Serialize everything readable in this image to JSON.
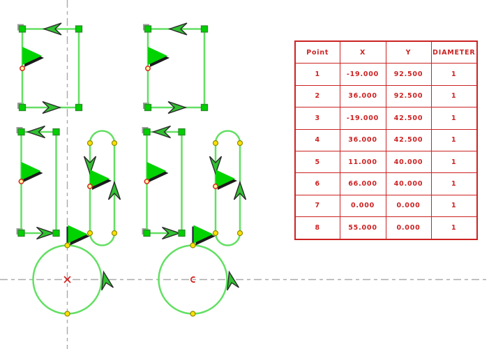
{
  "window": {
    "background": "#ffffff"
  },
  "palette": {
    "line-green": "#63df63",
    "handle-green": "#00cf00",
    "handle-border": "#2e8b2e",
    "handle-shadow": "#9d9d9d",
    "flag-green": "#00d300",
    "arrow-green": "#30c030",
    "arrow-outline": "#2b2b2b",
    "shadow-dark": "#1c1c1c",
    "dot-yellow": "#ffe000",
    "dot-border": "#8b8b00",
    "marker-fill": "#fff9a0",
    "marker-red": "#d42020",
    "pole-dark": "#20203a",
    "centerline-gray": "#ababab",
    "table-red": "#cc2222"
  },
  "table": {
    "headers": [
      "Point",
      "X",
      "Y",
      "DIAMETER"
    ],
    "rows": [
      [
        "1",
        "-19.000",
        "92.500",
        "1"
      ],
      [
        "2",
        "36.000",
        "92.500",
        "1"
      ],
      [
        "3",
        "-19.000",
        "42.500",
        "1"
      ],
      [
        "4",
        "36.000",
        "42.500",
        "1"
      ],
      [
        "5",
        "11.000",
        "40.000",
        "1"
      ],
      [
        "6",
        "66.000",
        "40.000",
        "1"
      ],
      [
        "7",
        "0.000",
        "0.000",
        "1"
      ],
      [
        "8",
        "55.000",
        "0.000",
        "1"
      ]
    ]
  }
}
